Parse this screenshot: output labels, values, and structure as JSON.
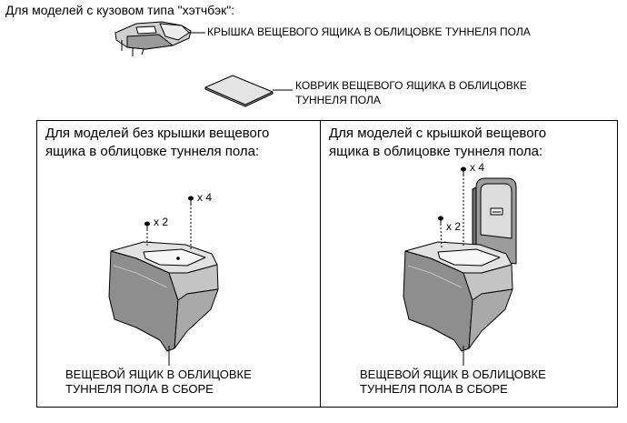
{
  "header": {
    "note": "Для моделей с кузовом типа \"хэтчбэк\":"
  },
  "parts": {
    "cover_label": "КРЫШКА ВЕЩЕВОГО ЯЩИКА В ОБЛИЦОВКЕ ТУННЕЛЯ ПОЛА",
    "mat_label_line1": "КОВРИК ВЕЩЕВОГО ЯЩИКА В ОБЛИЦОВКЕ",
    "mat_label_line2": "ТУННЕЛЯ ПОЛА"
  },
  "panels": [
    {
      "heading_line1": "Для моделей без крышки вещевого",
      "heading_line2": "ящика в облицовке туннеля пола:",
      "screw_qty_upper": "x 4",
      "screw_qty_lower": "x 2",
      "assembly_label_line1": "ВЕЩЕВОЙ ЯЩИК В ОБЛИЦОВКЕ",
      "assembly_label_line2": "ТУННЕЛЯ ПОЛА В СБОРЕ"
    },
    {
      "heading_line1": "Для моделей с крышкой вещевого",
      "heading_line2": "ящика в облицовке туннеля пола:",
      "screw_qty_upper": "x 4",
      "screw_qty_lower": "x 2",
      "assembly_label_line1": "ВЕЩЕВОЙ ЯЩИК В ОБЛИЦОВКЕ",
      "assembly_label_line2": "ТУННЕЛЯ ПОЛА В СБОРЕ"
    }
  ],
  "colors": {
    "ink": "#000000",
    "paper": "#ffffff"
  }
}
